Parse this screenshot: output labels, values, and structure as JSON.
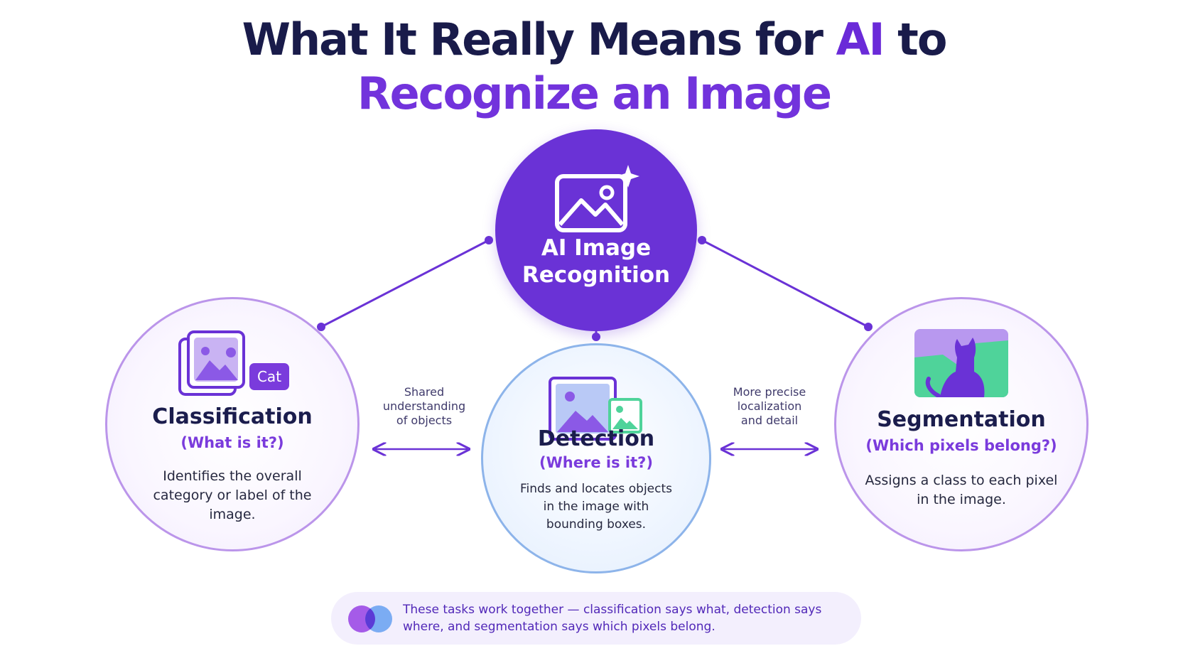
{
  "title": {
    "part1": "What It Really Means for ",
    "accent": "AI",
    "part2": " to",
    "line2": "Recognize an Image"
  },
  "hub": {
    "label_line1": "AI Image",
    "label_line2": "Recognition",
    "icon": "image-sparkle-icon"
  },
  "nodes": [
    {
      "id": "classification",
      "name": "Classification",
      "question": "(What is it?)",
      "description": "Identifies the overall category or label of the image.",
      "icon": "image-label-icon",
      "tag": "Cat"
    },
    {
      "id": "detection",
      "name": "Detection",
      "question": "(Where is it?)",
      "description": "Finds and locates objects in the image with bounding boxes.",
      "icon": "bounding-box-image-icon"
    },
    {
      "id": "segmentation",
      "name": "Segmentation",
      "question": "(Which pixels belong?)",
      "description": "Assigns a class to each pixel in the image.",
      "icon": "cat-mask-icon"
    }
  ],
  "relations": {
    "left": {
      "line1": "Shared",
      "line2": "understanding",
      "line3": "of objects"
    },
    "right": {
      "line1": "More precise",
      "line2": "localization",
      "line3": "and detail"
    }
  },
  "footer": {
    "text": "These tasks work together — classification says what, detection says where, and segmentation says which pixels belong.",
    "icon": "venn-icon"
  },
  "colors": {
    "primary": "#6a32d6",
    "dark": "#191b4a",
    "lavender_border": "#bb95ea",
    "blue_border": "#8db4ea",
    "green": "#4fd39a"
  }
}
